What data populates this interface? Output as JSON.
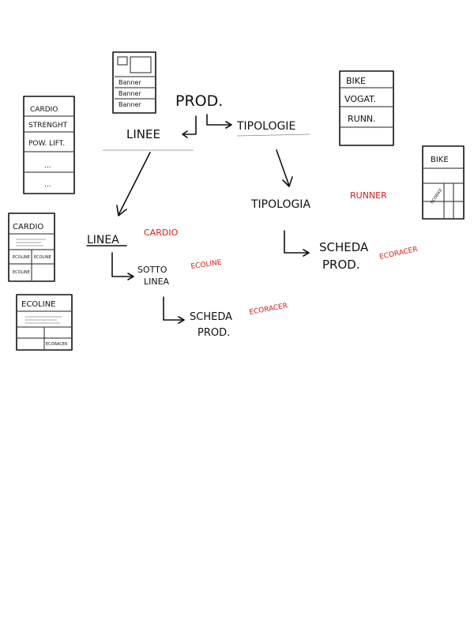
{
  "center": {
    "prod": "PROD.",
    "linee": "LINEE",
    "tipologie": "TIPOLOGIE"
  },
  "left_branch": {
    "linea": "LINEA",
    "linea_tag": "CARDIO",
    "sotto1": "SOTTO",
    "sotto2": "LINEA",
    "sotto_tag": "ECOLINE",
    "scheda1": "SCHEDA",
    "scheda2": "PROD.",
    "scheda_tag": "ECORACER"
  },
  "right_branch": {
    "tipologia": "TIPOLOGIA",
    "tipologia_tag": "RUNNER",
    "scheda1": "SCHEDA",
    "scheda2": "PROD.",
    "scheda_tag": "ECORACER"
  },
  "wireframes": {
    "home": {
      "rows": [
        "Banner",
        "Banner",
        "Banner"
      ]
    },
    "linee_list": {
      "rows": [
        "CARDIO",
        "STRENGHT",
        "POW. LIFT.",
        "...",
        "..."
      ]
    },
    "tipologie_list": {
      "rows": [
        "BIKE",
        "VOGAT.",
        "RUNN."
      ]
    },
    "bike_page": {
      "title": "BIKE",
      "tag": "ECOBIKE"
    },
    "cardio_page": {
      "title": "CARDIO",
      "cells": [
        "ECOLINE",
        "ECOLINE",
        "ECOLINE"
      ]
    },
    "ecoline_page": {
      "title": "ECOLINE",
      "cell": "ECORACER"
    }
  },
  "colors": {
    "ink": "#111111",
    "accent": "#e01818"
  }
}
